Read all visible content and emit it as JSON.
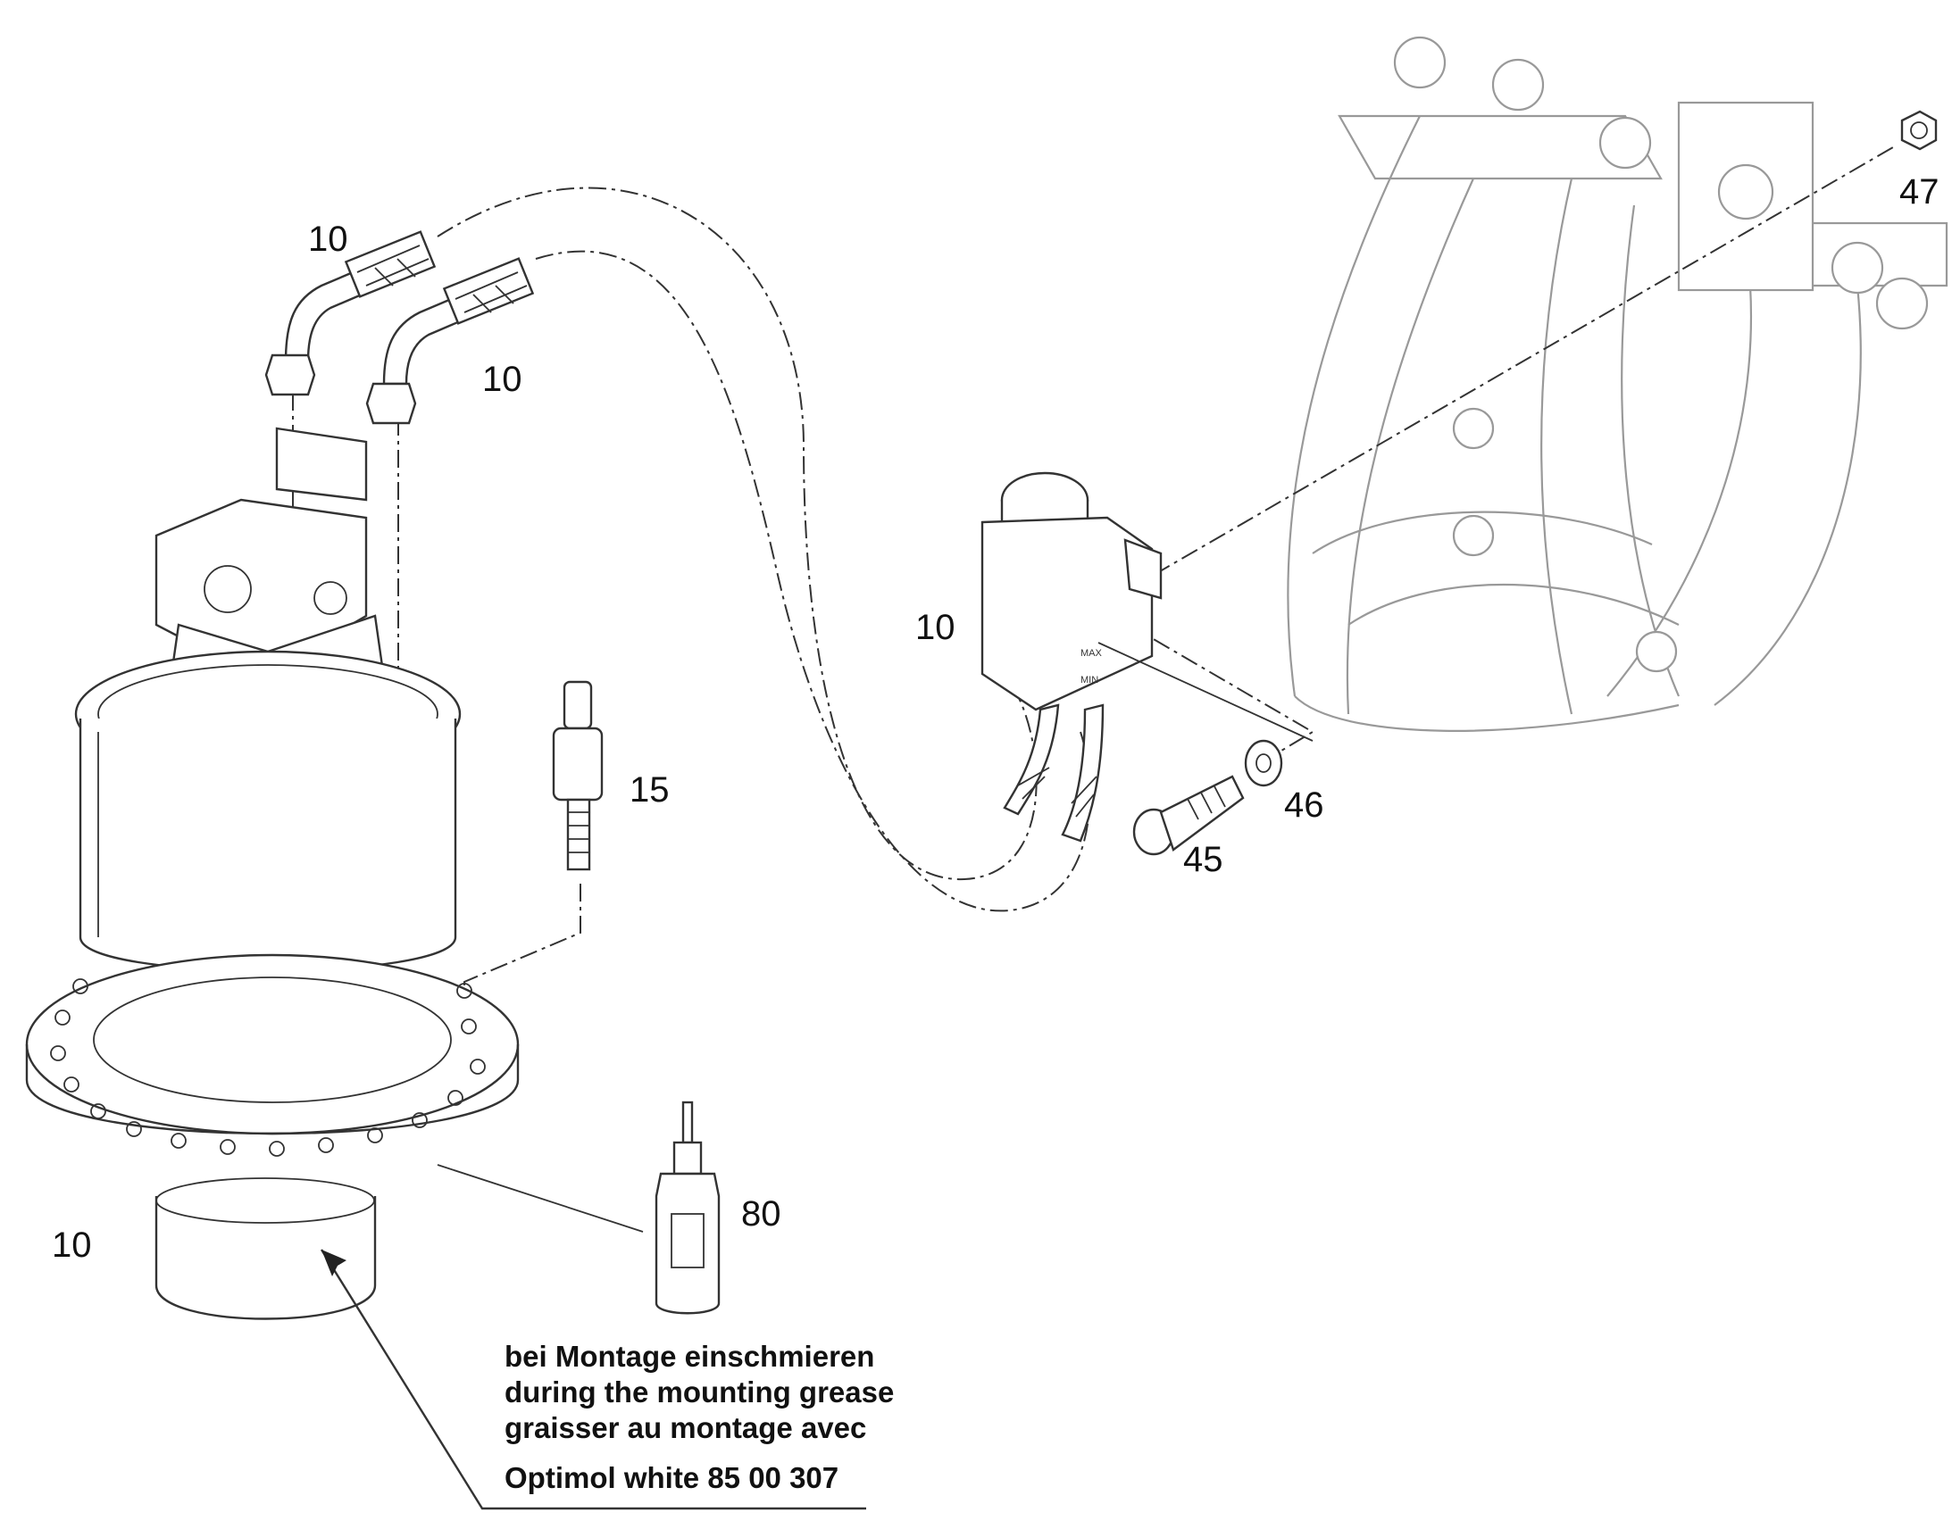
{
  "callouts": [
    {
      "id": "hose-upper-left",
      "text": "10"
    },
    {
      "id": "hose-lower",
      "text": "10"
    },
    {
      "id": "sensor-box",
      "text": "10"
    },
    {
      "id": "gearbox",
      "text": "10"
    },
    {
      "id": "screw-fitting",
      "text": "15"
    },
    {
      "id": "bolt",
      "text": "45"
    },
    {
      "id": "washer",
      "text": "46"
    },
    {
      "id": "nut",
      "text": "47"
    },
    {
      "id": "grease-bottle",
      "text": "80"
    }
  ],
  "note": {
    "line_de": "bei Montage einschmieren",
    "line_en": "during the mounting grease",
    "line_fr": "graisser au montage avec",
    "product": "Optimol white 85 00 307"
  },
  "sensor_markings": {
    "max": "MAX",
    "min": "MIN"
  }
}
